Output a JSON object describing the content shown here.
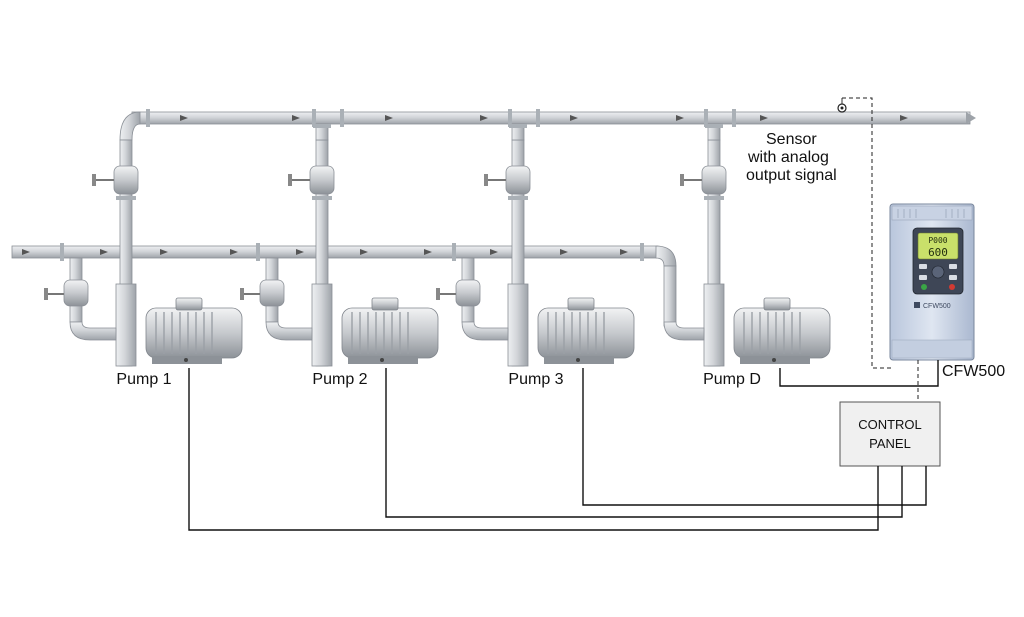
{
  "pumps": [
    {
      "label": "Pump 1"
    },
    {
      "label": "Pump 2"
    },
    {
      "label": "Pump 3"
    },
    {
      "label": "Pump D"
    }
  ],
  "sensor": {
    "line1": "Sensor",
    "line2": "with analog",
    "line3": "output signal"
  },
  "drive": {
    "label": "CFW500",
    "display_top": "P000",
    "display_main": "600",
    "brand_text": "CFW500"
  },
  "control_panel": {
    "line1": "CONTROL",
    "line2": "PANEL"
  },
  "colors": {
    "pipe": "#c9ccd0",
    "pipe_edge": "#8a8f96",
    "motor": "#bfc3c8",
    "drive_body": "#cfd9ea",
    "display": "#c9e06a",
    "wire": "#111111"
  }
}
